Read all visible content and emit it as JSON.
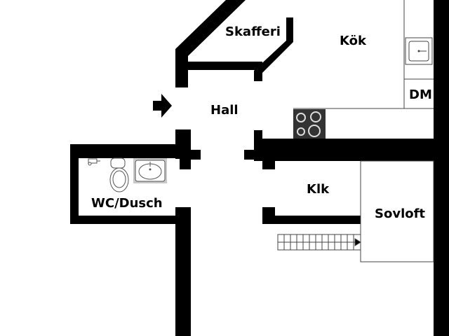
{
  "rooms": {
    "skafferi": "Skafferi",
    "kok": "Kök",
    "dm": "DM",
    "hall": "Hall",
    "wc": "WC/Dusch",
    "klk": "Klk",
    "sovloft": "Sovloft"
  },
  "colors": {
    "wall": "#000000",
    "floor": "#ffffff",
    "fixture": "#c8c8c8",
    "stove": "#333333",
    "line": "#444444"
  },
  "icons": {
    "entry": "arrow-right-icon",
    "toilet": "toilet-icon",
    "washbasin": "washbasin-icon",
    "faucet": "faucet-icon",
    "sink": "kitchen-sink-icon",
    "stove": "stove-icon",
    "stairs": "stairs-icon"
  }
}
